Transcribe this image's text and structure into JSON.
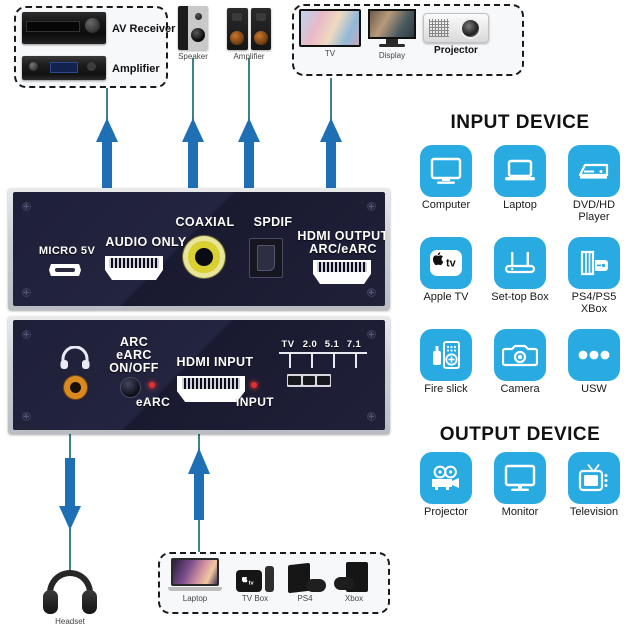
{
  "meta": {
    "colors": {
      "icon_blue": "#29abe2",
      "arrow_blue": "#1f6fb5",
      "cable_teal": "#3f7f86",
      "panel_navy": "#1e1f38",
      "coaxial_yellow": "#d9d132",
      "headphone_orange": "#d98a20",
      "led_red": "#e03030",
      "background": "#ffffff"
    }
  },
  "top_audio_group": {
    "items": [
      {
        "label": "AV Receiver",
        "icon": "av-receiver-thumb"
      },
      {
        "label": "Amplifier",
        "icon": "amplifier-thumb"
      }
    ]
  },
  "speakers": [
    {
      "label": "Speaker",
      "icon": "bookshelf-speaker-thumb"
    },
    {
      "label": "Amplifier",
      "icon": "speaker-pair-thumb"
    }
  ],
  "top_display_group": {
    "items": [
      {
        "label": "TV",
        "icon": "television-thumb"
      },
      {
        "label": "Display",
        "icon": "monitor-thumb"
      },
      {
        "label": "Projector",
        "icon": "projector-thumb"
      }
    ]
  },
  "device": {
    "top_panel": {
      "ports": [
        {
          "label": "MICRO 5V",
          "icon": "micro-usb-port"
        },
        {
          "label": "AUDIO ONLY",
          "icon": "hdmi-port"
        },
        {
          "label": "COAXIAL",
          "icon": "coaxial-rca-port"
        },
        {
          "label": "SPDIF",
          "icon": "spdif-optical-port"
        },
        {
          "label": "HDMI OUTPUT\nARC/eARC",
          "icon": "hdmi-port"
        }
      ]
    },
    "bottom_panel": {
      "headphone_icon": "headphone-glyph",
      "arc_button_label": "ARC\neARC\nON/OFF",
      "hdmi_input_label": "HDMI INPUT",
      "leds": [
        {
          "label": "eARC"
        },
        {
          "label": "INPUT"
        }
      ],
      "dip_switch": {
        "labels": [
          "TV",
          "2.0",
          "5.1",
          "7.1"
        ]
      }
    }
  },
  "input_section": {
    "title": "INPUT DEVICE",
    "devices": [
      {
        "label": "Computer",
        "icon": "desktop-monitor-icon"
      },
      {
        "label": "Laptop",
        "icon": "laptop-icon"
      },
      {
        "label": "DVD/HD Player",
        "icon": "dvd-player-icon"
      },
      {
        "label": "Apple TV",
        "icon": "apple-tv-icon"
      },
      {
        "label": "Set-top Box",
        "icon": "router-set-top-box-icon"
      },
      {
        "label": "PS4/PS5\nXBox",
        "icon": "game-console-icon"
      },
      {
        "label": "Fire slick",
        "icon": "fire-stick-icon"
      },
      {
        "label": "Camera",
        "icon": "camera-icon"
      },
      {
        "label": "USW",
        "icon": "three-dots-icon"
      }
    ]
  },
  "output_section": {
    "title": "OUTPUT DEVICE",
    "devices": [
      {
        "label": "Projector",
        "icon": "film-projector-icon"
      },
      {
        "label": "Monitor",
        "icon": "monitor-icon"
      },
      {
        "label": "Television",
        "icon": "television-icon"
      }
    ]
  },
  "headset": {
    "label": "Headset",
    "icon": "headset-thumb"
  },
  "source_group": {
    "items": [
      {
        "label": "Laptop",
        "icon": "laptop-thumb"
      },
      {
        "label": "TV Box",
        "icon": "tv-box-thumb"
      },
      {
        "label": "PS4",
        "icon": "ps4-thumb"
      },
      {
        "label": "Xbox",
        "icon": "xbox-thumb"
      }
    ]
  }
}
